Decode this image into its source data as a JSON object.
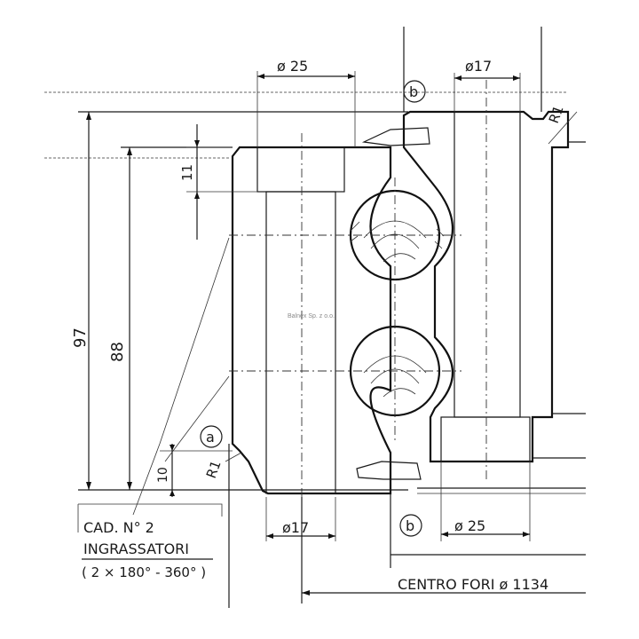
{
  "drawing": {
    "dims": {
      "d25_top": "ø 25",
      "d17_top": "ø17",
      "d17_bottom": "ø17",
      "d25_bottom": "ø 25",
      "h11": "11",
      "h97": "97",
      "h88": "88",
      "h10": "10",
      "r1_top": "R1",
      "r1_bottom": "R1"
    },
    "callouts": {
      "a": "a",
      "b_top": "b",
      "b_bottom": "b"
    },
    "note": {
      "line1": "CAD. N° 2",
      "line2": "INGRASSATORI",
      "line3": "( 2 × 180° - 360° )"
    },
    "centro_fori": "CENTRO FORI   ø 1134",
    "watermark": "Balnex Sp. z o.o."
  },
  "colors": {
    "ink": "#1a1a1a",
    "paper": "#ffffff"
  }
}
